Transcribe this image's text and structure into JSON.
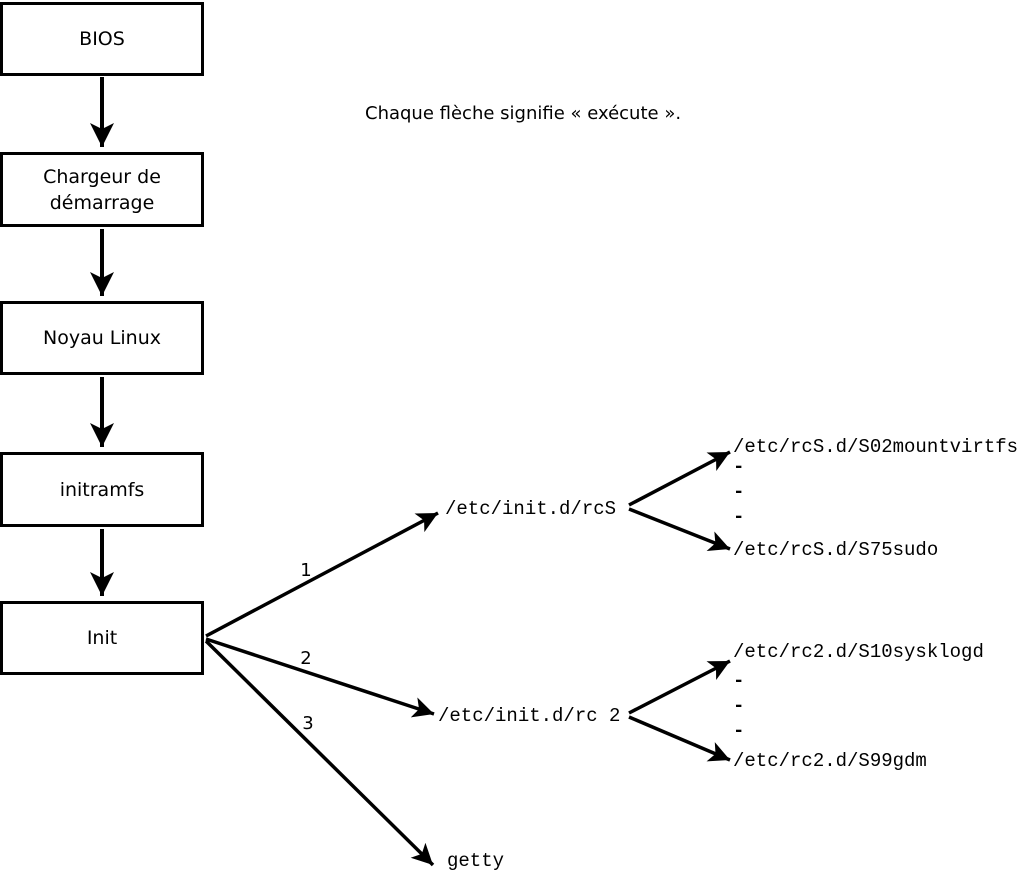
{
  "colors": {
    "ink": "#000000",
    "paper": "#ffffff"
  },
  "legend": {
    "text": "Chaque flèche signifie « exécute »."
  },
  "chain": {
    "bios": "BIOS",
    "bootloader": "Chargeur de\ndémarrage",
    "kernel": "Noyau Linux",
    "initramfs": "initramfs",
    "init": "Init"
  },
  "fanout": {
    "orders": {
      "first": "1",
      "second": "2",
      "third": "3"
    },
    "rcS": {
      "label": "/etc/init.d/rcS",
      "first_child": "/etc/rcS.d/S02mountvirtfs",
      "ellipsis": "-\n-\n-",
      "last_child": "/etc/rcS.d/S75sudo"
    },
    "rc2": {
      "label": "/etc/init.d/rc 2",
      "first_child": "/etc/rc2.d/S10sysklogd",
      "ellipsis": "-\n-\n-",
      "last_child": "/etc/rc2.d/S99gdm"
    },
    "getty": {
      "label": "getty"
    }
  }
}
